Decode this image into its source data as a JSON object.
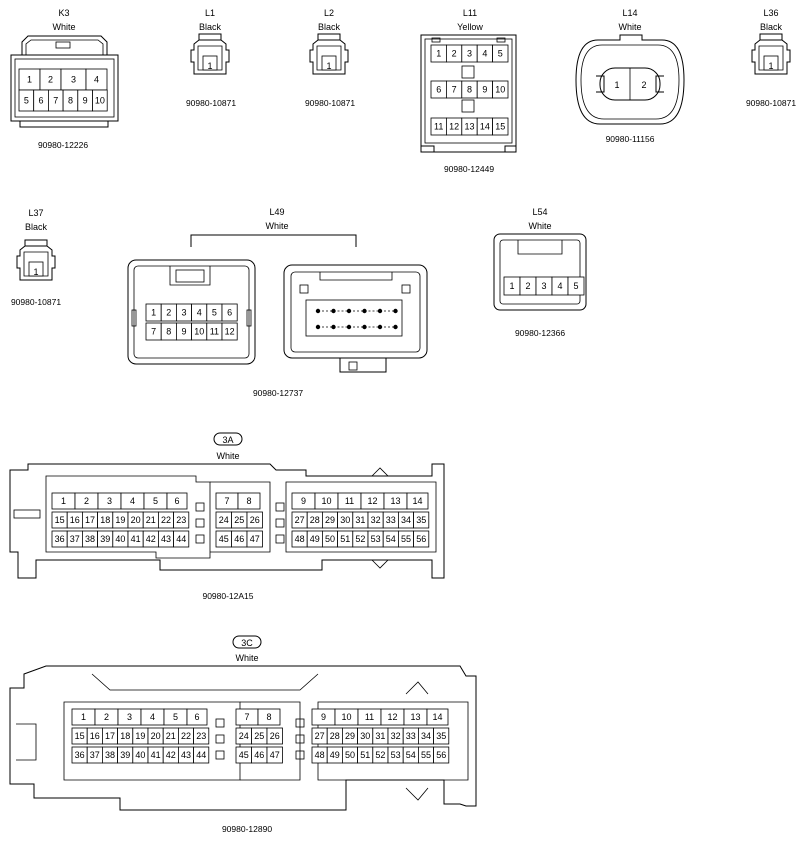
{
  "connectors": {
    "k3": {
      "code": "K3",
      "color": "White",
      "part": "90980-12226",
      "rows": [
        [
          "1",
          "2",
          "3",
          "4"
        ],
        [
          "5",
          "6",
          "7",
          "8",
          "9",
          "10"
        ]
      ]
    },
    "l1": {
      "code": "L1",
      "color": "Black",
      "part": "90980-10871",
      "pins": [
        "1"
      ]
    },
    "l2": {
      "code": "L2",
      "color": "Black",
      "part": "90980-10871",
      "pins": [
        "1"
      ]
    },
    "l11": {
      "code": "L11",
      "color": "Yellow",
      "part": "90980-12449",
      "rows": [
        [
          "1",
          "2",
          "3",
          "4",
          "5"
        ],
        [
          "6",
          "7",
          "8",
          "9",
          "10"
        ],
        [
          "11",
          "12",
          "13",
          "14",
          "15"
        ]
      ]
    },
    "l14": {
      "code": "L14",
      "color": "White",
      "part": "90980-11156",
      "pins": [
        "1",
        "2"
      ]
    },
    "l36": {
      "code": "L36",
      "color": "Black",
      "part": "90980-10871",
      "pins": [
        "1"
      ]
    },
    "l37": {
      "code": "L37",
      "color": "Black",
      "part": "90980-10871",
      "pins": [
        "1"
      ]
    },
    "l49": {
      "code": "L49",
      "color": "White",
      "part": "90980-12737",
      "rows": [
        [
          "1",
          "2",
          "3",
          "4",
          "5",
          "6"
        ],
        [
          "7",
          "8",
          "9",
          "10",
          "11",
          "12"
        ]
      ]
    },
    "l54": {
      "code": "L54",
      "color": "White",
      "part": "90980-12366",
      "pins": [
        "1",
        "2",
        "3",
        "4",
        "5"
      ]
    },
    "c3a": {
      "code": "3A",
      "color": "White",
      "part": "90980-12A15"
    },
    "c3c": {
      "code": "3C",
      "color": "White",
      "part": "90980-12890"
    }
  },
  "big_connector_rows": {
    "left": [
      [
        "1",
        "2",
        "3",
        "4",
        "5",
        "6"
      ],
      [
        "15",
        "16",
        "17",
        "18",
        "19",
        "20",
        "21",
        "22",
        "23"
      ],
      [
        "36",
        "37",
        "38",
        "39",
        "40",
        "41",
        "42",
        "43",
        "44"
      ]
    ],
    "middle": [
      [
        "7",
        "8"
      ],
      [
        "24",
        "25",
        "26"
      ],
      [
        "45",
        "46",
        "47"
      ]
    ],
    "right": [
      [
        "9",
        "10",
        "11",
        "12",
        "13",
        "14"
      ],
      [
        "27",
        "28",
        "29",
        "30",
        "31",
        "32",
        "33",
        "34",
        "35"
      ],
      [
        "48",
        "49",
        "50",
        "51",
        "52",
        "53",
        "54",
        "55",
        "56"
      ]
    ]
  }
}
